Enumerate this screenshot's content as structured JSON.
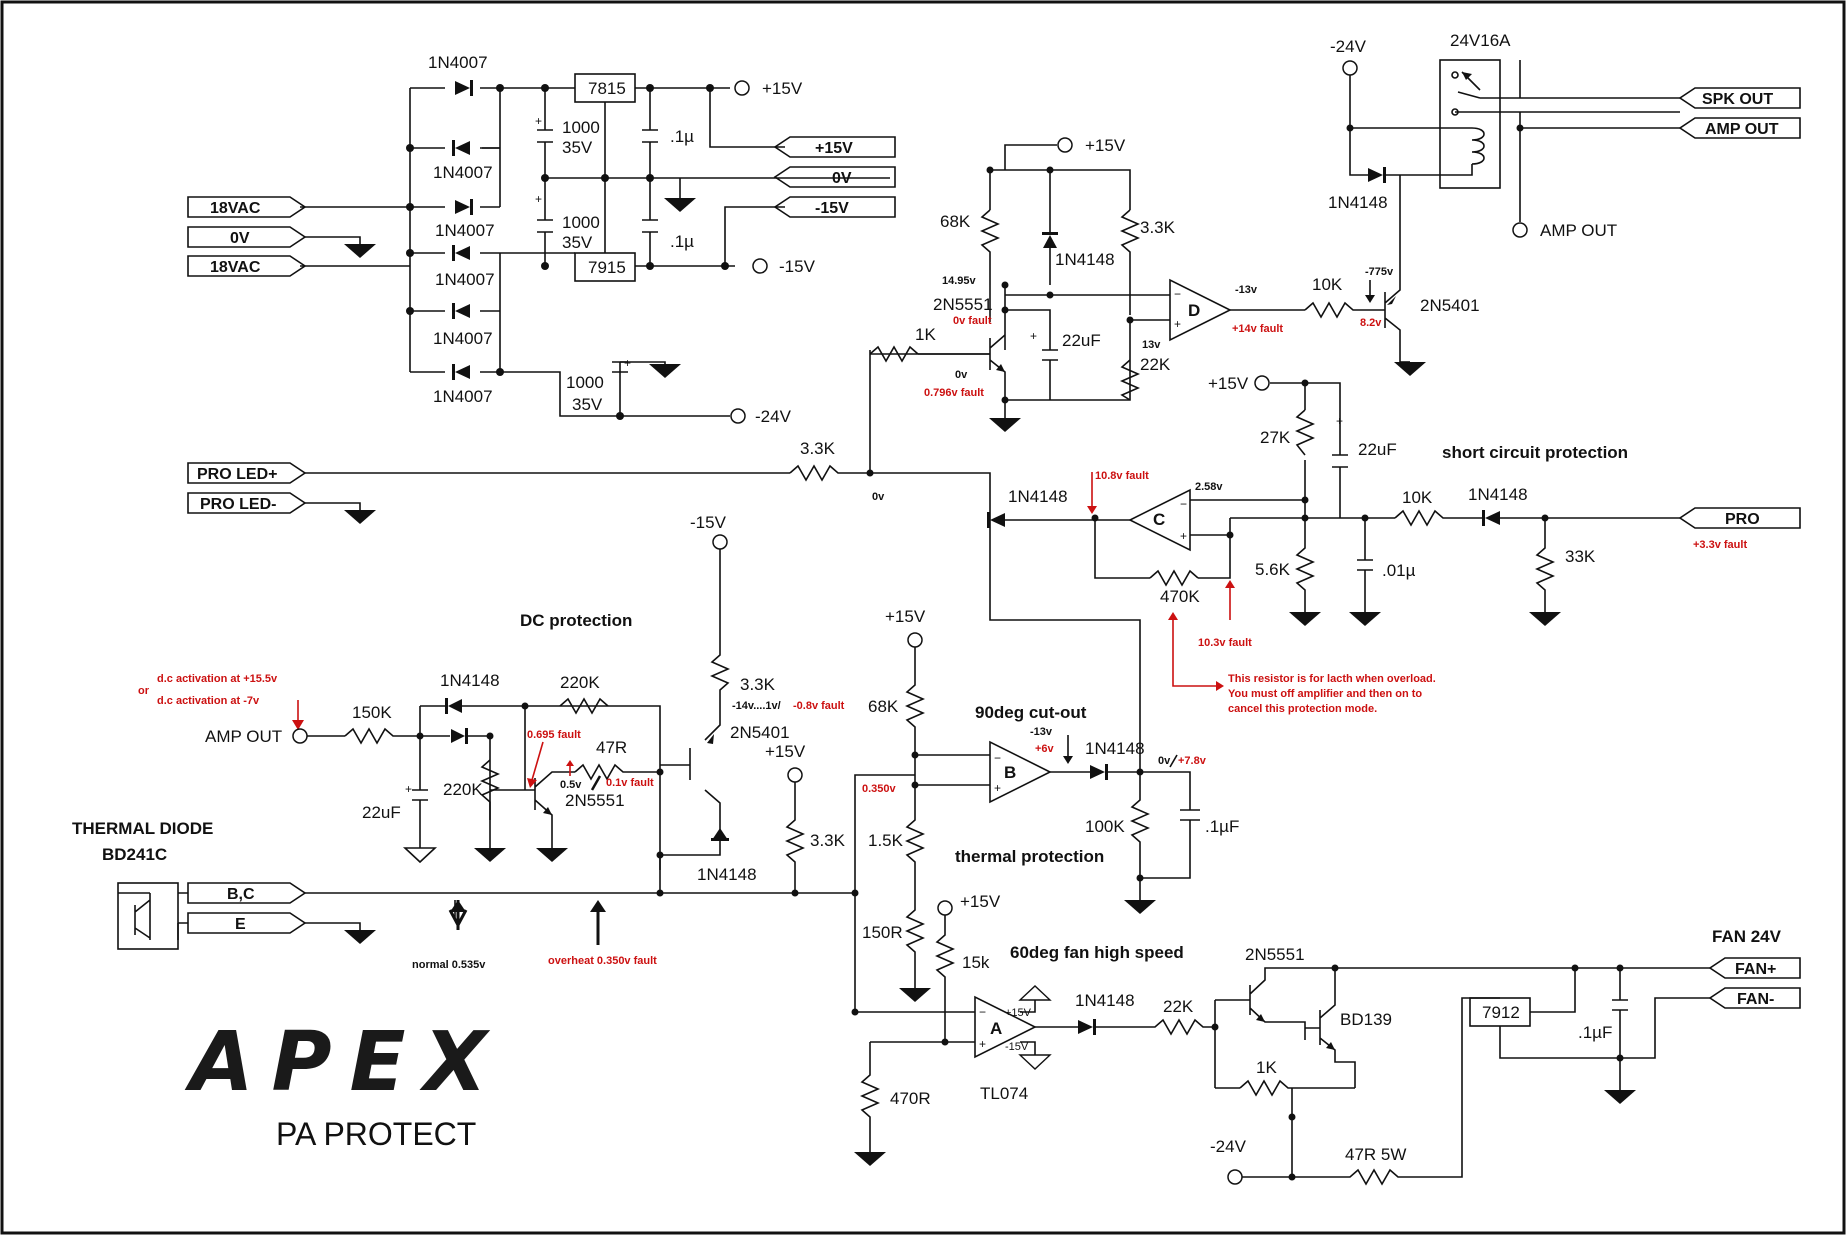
{
  "logo": {
    "brand": "APEX",
    "subtitle": "PA PROTECT"
  },
  "ports": {
    "ac_a": "18VAC",
    "ac_0v": "0V",
    "ac_b": "18VAC",
    "p15_out": "+15V",
    "zero_out": "0V",
    "n15_out": "-15V",
    "spk_out": "SPK OUT",
    "amp_out_port": "AMP OUT",
    "pro_led_p": "PRO LED+",
    "pro_led_n": "PRO LED-",
    "pro": "PRO",
    "bc": "B,C",
    "e": "E",
    "fan_p": "FAN+",
    "fan_n": "FAN-"
  },
  "rails": {
    "p15": "+15V",
    "n15": "-15V",
    "n24": "-24V",
    "p15b": "+15V",
    "p15c": "+15V",
    "n15b": "-15V",
    "p15d": "+15V",
    "p15e": "+15V",
    "p15f": "+15V",
    "n24b": "-24V",
    "n24c": "-24V"
  },
  "regulators": {
    "r7815": "7815",
    "r7915": "7915",
    "r7912": "7912"
  },
  "diodes": {
    "d1": "1N4007",
    "d2": "1N4007",
    "d3": "1N4007",
    "d4": "1N4007",
    "d5": "1N4007",
    "d6": "1N4007",
    "d_q1": "1N4148",
    "d_relay": "1N4148",
    "d_c": "1N4148",
    "d_pro": "1N4148",
    "d_dc1": "1N4148",
    "d_dc2": "1N4148",
    "d_b": "1N4148",
    "d_a": "1N4148"
  },
  "caps": {
    "c1a": "1000",
    "c1b": "35V",
    "c2a": "1000",
    "c2b": "35V",
    "c3a": "1000",
    "c3b": "35V",
    "c4": ".1µ",
    "c5": ".1µ",
    "c_q1": "22uF",
    "c_sc": "22uF",
    "c_sc2": ".01µ",
    "c_dc": "22uF",
    "c_b": ".1µF",
    "c_fan": ".1µF"
  },
  "resistors": {
    "r68k_a": "68K",
    "r33k_a": "3.3K",
    "r22k_a": "22K",
    "r1k_a": "1K",
    "r10k_a": "10K",
    "r33k_b": "3.3K",
    "r27k": "27K",
    "r56k": "5.6K",
    "r470k": "470K",
    "r10k_b": "10K",
    "r33k_c": "33K",
    "r150k": "150K",
    "r220k_a": "220K",
    "r220k_b": "220K",
    "r47r": "47R",
    "r33k_d": "3.3K",
    "r33k_e": "3.3K",
    "r68k_b": "68K",
    "r15k_a": "1.5K",
    "r150r": "150R",
    "r100k": "100K",
    "r15k_b": "15k",
    "r470r": "470R",
    "r22k_b": "22K",
    "r1k_b": "1K",
    "r47r5w": "47R 5W"
  },
  "transistors": {
    "q1": "2N5551",
    "q2": "2N5401",
    "q3": "2N5401",
    "q4": "2N5551",
    "q5": "2N5551",
    "q6": "BD139",
    "relay": "24V16A",
    "tl074": "TL074"
  },
  "opamps": {
    "a": "A",
    "b": "B",
    "c": "C",
    "d": "D"
  },
  "sections": {
    "sc": "short circuit protection",
    "dc": "DC protection",
    "thermal": "thermal protection",
    "cutout": "90deg cut-out",
    "fan60": "60deg fan high speed",
    "fan24": "FAN 24V",
    "thermal_diode": "THERMAL DIODE",
    "bd241c": "BD241C",
    "amp_out_in": "AMP OUT",
    "amp_out_node": "AMP OUT"
  },
  "volt_notes": {
    "v1495": "14.95v",
    "v13": "-13v",
    "v775": "-775v",
    "v13b": "13v",
    "v0": "0v",
    "v0b": "0v",
    "v258": "2.58v",
    "v14": "-14v....1v/",
    "v05": "0.5v",
    "vn13": "-13v",
    "vn15": "+15V",
    "vm15": "-15V",
    "v0_78a": "0v",
    "normal": "normal 0.535v"
  },
  "red_notes": {
    "f1": "0v fault",
    "f2": "0.796v fault",
    "f3": "8.2v",
    "f4": "+14v fault",
    "f5": "10.8v fault",
    "f6": "10.3v fault",
    "f7": "+3.3v fault",
    "f8": "d.c activation at +15.5v",
    "f9": "or",
    "f10": "d.c activation at -7v",
    "f11": "0.695 fault",
    "f12": "0.1v fault",
    "f13": "-0.8v fault",
    "f14": "0.350v",
    "f15": "+6v",
    "f16": "+7.8v",
    "f17": "overheat 0.350v  fault",
    "latch1": "This resistor is for lacth when overload.",
    "latch2": "You must off amplifier and then on to",
    "latch3": "cancel  this protection mode."
  }
}
